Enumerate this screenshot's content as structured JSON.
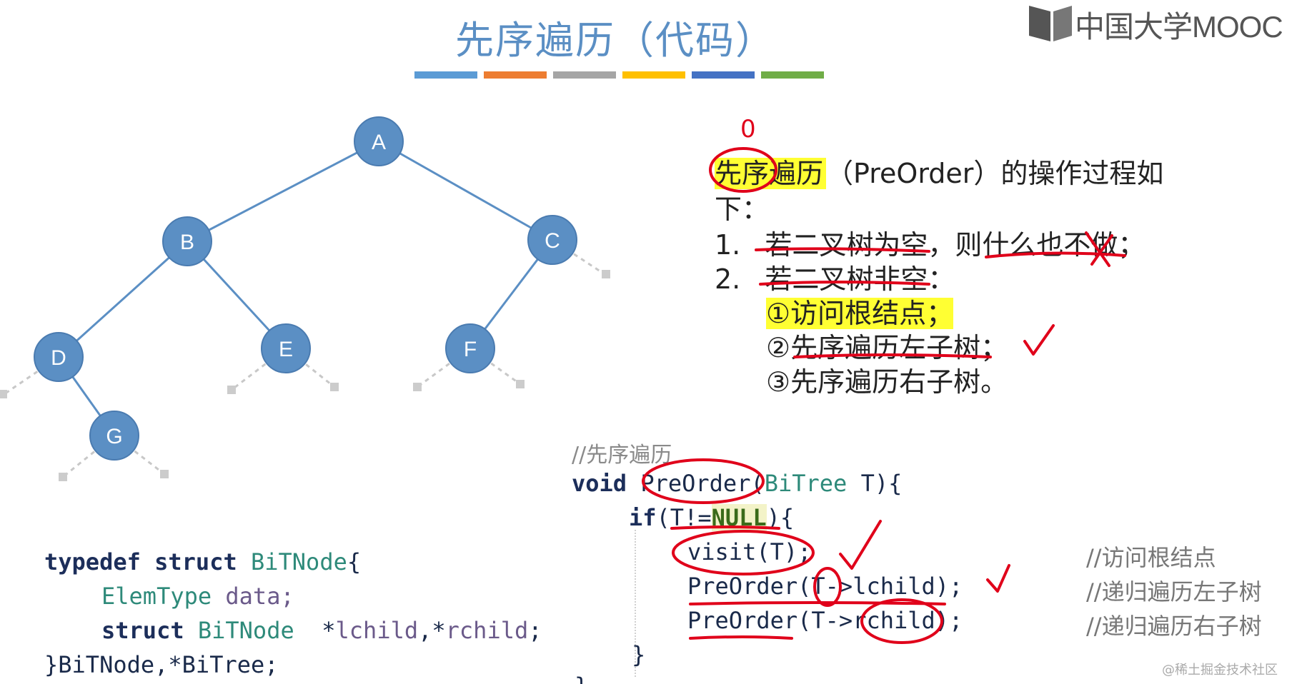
{
  "header": {
    "title": "先序遍历（代码）",
    "color_bars": [
      "#5b9bd5",
      "#ed7d31",
      "#a5a5a5",
      "#ffc000",
      "#4472c4",
      "#70ad47"
    ],
    "logo_text": "中国大学MOOC"
  },
  "tree": {
    "nodes": [
      "A",
      "B",
      "C",
      "D",
      "E",
      "F",
      "G"
    ],
    "node_color": "#5b8fc4"
  },
  "description": {
    "intro_highlight": "先序遍历",
    "intro_rest": "（PreOrder）的操作过程如",
    "intro_wrap": "下：",
    "step1_num": "1.",
    "step1_text": "若二叉树为空，则什么也不做；",
    "step2_num": "2.",
    "step2_text": "若二叉树非空：",
    "sub1": "①访问根结点；",
    "sub2": "②先序遍历左子树；",
    "sub3": "③先序遍历右子树。",
    "highlight_color": "#ffff33"
  },
  "struct_code": {
    "typedef": "typedef",
    "struct": "struct",
    "bitnode": "BiTNode",
    "brace_open": "{",
    "elemtype": "ElemType",
    "data_field": "data;",
    "struct2": "struct",
    "bitnode2": "BiTNode",
    "children_a": "*",
    "lchild": "lchild",
    "children_b": ",*",
    "rchild": "rchild",
    "semi": ";",
    "last_line": "}BiTNode,*BiTree;"
  },
  "preorder_code": {
    "comment": "//先序遍历",
    "void_kw": "void",
    "fn_name": "PreOrder",
    "paren_open": "(",
    "param_type": "BiTree",
    "param_rest": " T){",
    "if_kw": "if",
    "cond_a": "(T!=",
    "null_kw": "NULL",
    "cond_b": "){",
    "visit_line": "visit(T);",
    "left_line": "PreOrder(T->lchild);",
    "right_line": "PreOrder(T->rchild);",
    "inner_close": "}",
    "outer_close": "}",
    "comment_visit": "//访问根结点",
    "comment_left": "//递归遍历左子树",
    "comment_right": "//递归遍历右子树"
  },
  "annotation": {
    "ink_color": "#e0001a",
    "zero_mark": "0"
  },
  "watermark": "@稀土掘金技术社区"
}
